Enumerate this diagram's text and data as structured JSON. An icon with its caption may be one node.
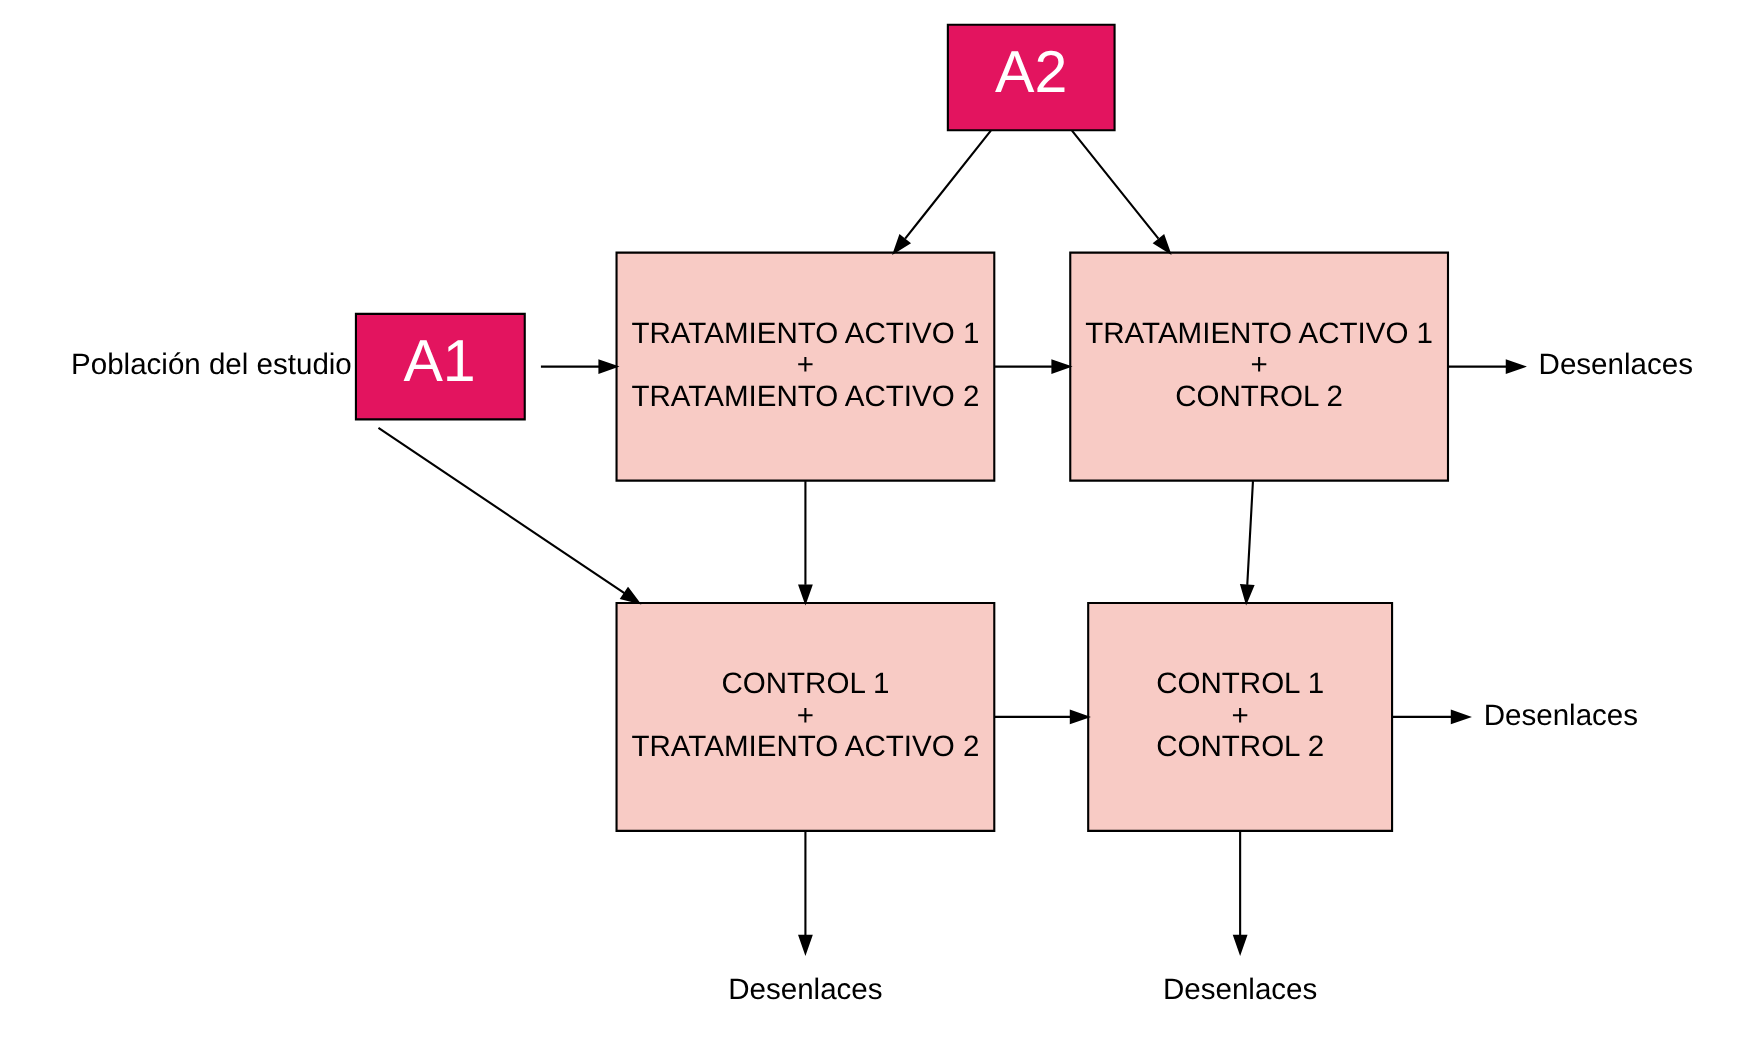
{
  "diagram": {
    "nodes": [
      {
        "text": [
          "A2"
        ]
      },
      {
        "text": [
          "A1"
        ],
        "beside": [
          "Población del estudio"
        ]
      },
      {
        "text": [
          "TRATAMIENTO ACTIVO 1",
          "+",
          "TRATAMIENTO ACTIVO 2"
        ]
      },
      {
        "text": [
          "TRATAMIENTO ACTIVO 1",
          "+",
          "CONTROL 2"
        ]
      },
      {
        "text": [
          "CONTROL 1",
          "+",
          "TRATAMIENTO ACTIVO 2"
        ]
      },
      {
        "text": [
          "CONTROL 1",
          "+",
          "CONTROL 2"
        ]
      },
      {
        "text": [
          "Desenlaces"
        ]
      },
      {
        "text": [
          "Desenlaces"
        ]
      },
      {
        "text": [
          "Desenlaces"
        ]
      },
      {
        "text": [
          "Desenlaces"
        ]
      }
    ],
    "edges": [
      {
        "from": 0,
        "to": 2,
        "arrow": "to"
      },
      {
        "from": 0,
        "to": 3,
        "arrow": "to"
      },
      {
        "from": 1,
        "to": 2,
        "arrow": "to"
      },
      {
        "from": 1,
        "to": 4,
        "arrow": "to"
      },
      {
        "from": 2,
        "to": 3,
        "arrow": "to"
      },
      {
        "from": 2,
        "to": 4,
        "arrow": "to"
      },
      {
        "from": 3,
        "to": 5,
        "arrow": "to"
      },
      {
        "from": 4,
        "to": 5,
        "arrow": "to"
      },
      {
        "from": 3,
        "to": 6,
        "arrow": "to"
      },
      {
        "from": 5,
        "to": 7,
        "arrow": "to"
      },
      {
        "from": 4,
        "to": 8,
        "arrow": "to"
      },
      {
        "from": 5,
        "to": 9,
        "arrow": "to"
      }
    ]
  }
}
